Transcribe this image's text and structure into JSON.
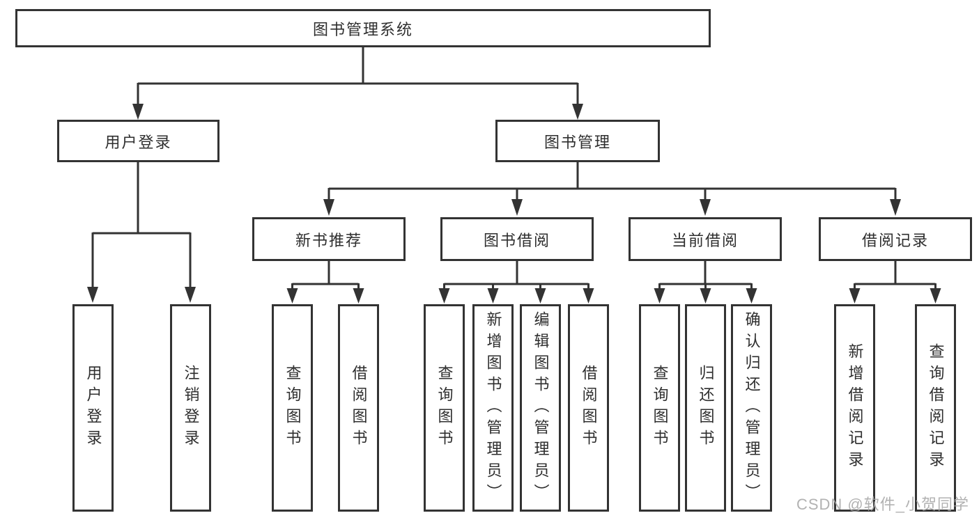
{
  "diagram": {
    "root": {
      "label": "图书管理系统"
    },
    "branches": [
      {
        "label": "用户登录",
        "children": [
          {
            "label": "用户登录"
          },
          {
            "label": "注销登录"
          }
        ]
      },
      {
        "label": "图书管理",
        "children": [
          {
            "label": "新书推荐",
            "children": [
              {
                "label": "查询图书"
              },
              {
                "label": "借阅图书"
              }
            ]
          },
          {
            "label": "图书借阅",
            "children": [
              {
                "label": "查询图书"
              },
              {
                "label": "新增图书（管理员）"
              },
              {
                "label": "编辑图书（管理员）"
              },
              {
                "label": "借阅图书"
              }
            ]
          },
          {
            "label": "当前借阅",
            "children": [
              {
                "label": "查询图书"
              },
              {
                "label": "归还图书"
              },
              {
                "label": "确认归还（管理员）"
              }
            ]
          },
          {
            "label": "借阅记录",
            "children": [
              {
                "label": "新增借阅记录"
              },
              {
                "label": "查询借阅记录"
              }
            ]
          }
        ]
      }
    ]
  },
  "watermark": "CSDN @软件_小贺同学",
  "colors": {
    "line": "#333333",
    "text": "#2e2e2e",
    "background": "#ffffff",
    "watermark": "#a5a5a5"
  }
}
